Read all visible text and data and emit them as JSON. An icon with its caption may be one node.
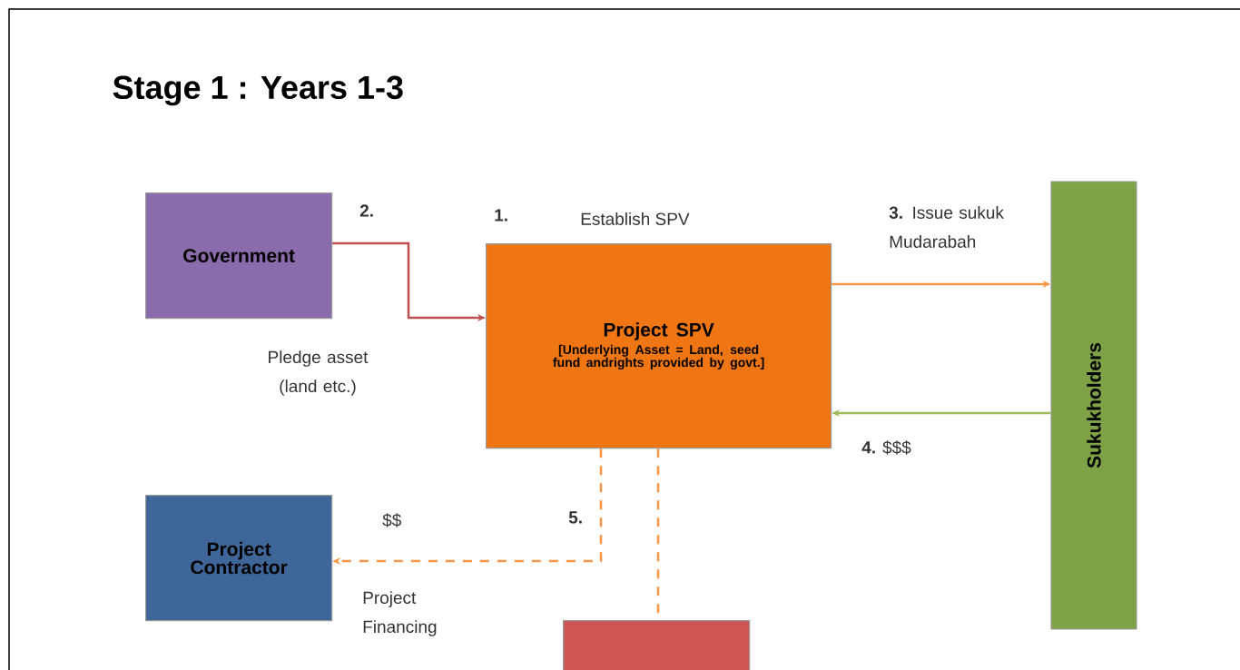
{
  "diagram": {
    "title": "Stage 1 : Years 1-3",
    "nodes": [
      {
        "text": [
          "Government"
        ]
      },
      {
        "text": [
          "Project SPV",
          "[Underlying Asset = Land, seed fund andrights provided by govt.]"
        ]
      },
      {
        "text": [
          "Sukukholders"
        ]
      },
      {
        "text": [
          "Project Contractor"
        ]
      },
      {
        "text": [],
        "shape": "box"
      }
    ],
    "edges": [
      {
        "from": 0,
        "to": 1,
        "arrow": "to",
        "color": "#c0504d"
      },
      {
        "from": 1,
        "to": 2,
        "arrow": "to",
        "color": "#f79646"
      },
      {
        "from": 2,
        "to": 1,
        "arrow": "to",
        "color": "#9bbb59"
      },
      {
        "from": 1,
        "to": 3,
        "arrow": "to",
        "style": "dashed",
        "color": "#f79646"
      },
      {
        "from": 1,
        "to": 4,
        "arrow": "none",
        "style": "dashed",
        "color": "#f79646"
      }
    ],
    "labels": [
      "2.",
      "1.",
      "Establish SPV",
      "**3.** Issue sukuk Mudarabah",
      "Pledge asset (land etc.)",
      "**4.** $$$",
      "$$",
      "5.",
      "Project Financing"
    ]
  }
}
